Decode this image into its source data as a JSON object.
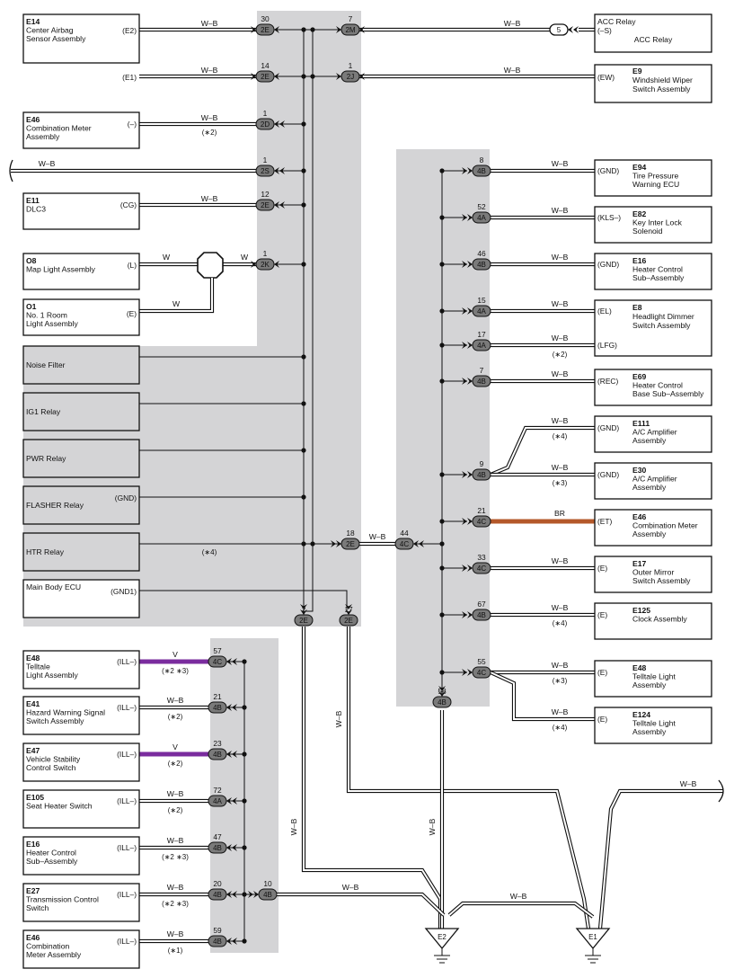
{
  "colors": {
    "shade": "#d4d4d6",
    "wire": "#111111",
    "violet": "#7a2c9e",
    "brown": "#b4582a"
  },
  "components": [
    {
      "code": "E14",
      "name": [
        "Center Airbag",
        "Sensor Assembly"
      ],
      "pins": [
        "(E2)",
        "(E1)"
      ]
    },
    {
      "code": "E46",
      "name": [
        "Combination Meter",
        "Assembly"
      ],
      "pins": [
        "(–)"
      ]
    },
    {
      "code": "E11",
      "name": [
        "DLC3"
      ],
      "pins": [
        "(CG)"
      ]
    },
    {
      "code": "O8",
      "name": [
        "Map Light Assembly"
      ],
      "pins": [
        "(L)"
      ]
    },
    {
      "code": "O1",
      "name": [
        "No. 1 Room",
        "Light Assembly"
      ],
      "pins": [
        "(E)"
      ]
    },
    {
      "code": "",
      "name": [
        "Noise Filter"
      ],
      "pins": []
    },
    {
      "code": "",
      "name": [
        "IG1 Relay"
      ],
      "pins": []
    },
    {
      "code": "",
      "name": [
        "PWR Relay"
      ],
      "pins": []
    },
    {
      "code": "",
      "name": [
        "FLASHER Relay"
      ],
      "pins": [
        "(GND)"
      ]
    },
    {
      "code": "",
      "name": [
        "HTR Relay"
      ],
      "pins": []
    },
    {
      "code": "",
      "name": [
        "Main Body ECU"
      ],
      "pins": [
        "(GND1)"
      ]
    },
    {
      "code": "",
      "name": [
        "ACC Relay"
      ],
      "pins": [
        "(–S)"
      ]
    },
    {
      "code": "E9",
      "name": [
        "Windshield Wiper",
        "Switch Assembly"
      ],
      "pins": [
        "(EW)"
      ]
    },
    {
      "code": "E94",
      "name": [
        "Tire Pressure",
        "Warning ECU"
      ],
      "pins": [
        "(GND)"
      ]
    },
    {
      "code": "E82",
      "name": [
        "Key Inter Lock",
        "Solenoid"
      ],
      "pins": [
        "(KLS–)"
      ]
    },
    {
      "code": "E16",
      "name": [
        "Heater Control",
        "Sub–Assembly"
      ],
      "pins": [
        "(GND)"
      ]
    },
    {
      "code": "E8",
      "name": [
        "Headlight Dimmer",
        "Switch Assembly"
      ],
      "pins": [
        "(EL)"
      ]
    },
    {
      "code": "",
      "name": [],
      "pins": [
        "(LFG)"
      ]
    },
    {
      "code": "E69",
      "name": [
        "Heater Control",
        "Base Sub–Assembly"
      ],
      "pins": [
        "(REC)"
      ]
    },
    {
      "code": "E111",
      "name": [
        "A/C Amplifier",
        "Assembly"
      ],
      "pins": [
        "(GND)"
      ]
    },
    {
      "code": "E30",
      "name": [
        "A/C Amplifier",
        "Assembly"
      ],
      "pins": [
        "(GND)"
      ]
    },
    {
      "code": "E46",
      "name": [
        "Combination Meter",
        "Assembly"
      ],
      "pins": [
        "(ET)"
      ]
    },
    {
      "code": "E17",
      "name": [
        "Outer Mirror",
        "Switch Assembly"
      ],
      "pins": [
        "(E)"
      ]
    },
    {
      "code": "E125",
      "name": [
        "Clock Assembly"
      ],
      "pins": [
        "(E)"
      ]
    },
    {
      "code": "E48",
      "name": [
        "Telltale Light",
        "Assembly"
      ],
      "pins": [
        "(E)"
      ]
    },
    {
      "code": "E124",
      "name": [
        "Telltale Light",
        "Assembly"
      ],
      "pins": [
        "(E)"
      ]
    },
    {
      "code": "E48",
      "name": [
        "Telltale",
        "Light Assembly"
      ],
      "pins": [
        "(ILL–)"
      ]
    },
    {
      "code": "E41",
      "name": [
        "Hazard Warning Signal",
        "Switch Assembly"
      ],
      "pins": [
        "(ILL–)"
      ]
    },
    {
      "code": "E47",
      "name": [
        "Vehicle Stability",
        "Control Switch"
      ],
      "pins": [
        "(ILL–)"
      ]
    },
    {
      "code": "E105",
      "name": [
        "Seat Heater Switch"
      ],
      "pins": [
        "(ILL–)"
      ]
    },
    {
      "code": "E16",
      "name": [
        "Heater Control",
        "Sub–Assembly"
      ],
      "pins": [
        "(ILL–)"
      ]
    },
    {
      "code": "E27",
      "name": [
        "Transmission Control",
        "Switch"
      ],
      "pins": [
        "(ILL–)"
      ]
    },
    {
      "code": "E46",
      "name": [
        "Combination",
        "Meter Assembly"
      ],
      "pins": [
        "(ILL–)"
      ]
    }
  ],
  "connectors": [
    {
      "num": "30",
      "id": "2E"
    },
    {
      "num": "7",
      "id": "2M"
    },
    {
      "num": "14",
      "id": "2E"
    },
    {
      "num": "1",
      "id": "2J"
    },
    {
      "num": "1",
      "id": "2D"
    },
    {
      "num": "1",
      "id": "2S"
    },
    {
      "num": "12",
      "id": "2E"
    },
    {
      "num": "1",
      "id": "2K"
    },
    {
      "num": "18",
      "id": "2E"
    },
    {
      "num": "44",
      "id": "4C"
    },
    {
      "num": "2",
      "id": "2E"
    },
    {
      "num": "17",
      "id": "2E"
    },
    {
      "num": "8",
      "id": "4B"
    },
    {
      "num": "52",
      "id": "4A"
    },
    {
      "num": "46",
      "id": "4B"
    },
    {
      "num": "15",
      "id": "4A"
    },
    {
      "num": "17",
      "id": "4A"
    },
    {
      "num": "7",
      "id": "4B"
    },
    {
      "num": "9",
      "id": "4B"
    },
    {
      "num": "21",
      "id": "4C"
    },
    {
      "num": "33",
      "id": "4C"
    },
    {
      "num": "67",
      "id": "4B"
    },
    {
      "num": "55",
      "id": "4C"
    },
    {
      "num": "58",
      "id": "4B"
    },
    {
      "num": "57",
      "id": "4C"
    },
    {
      "num": "21",
      "id": "4B"
    },
    {
      "num": "23",
      "id": "4B"
    },
    {
      "num": "72",
      "id": "4A"
    },
    {
      "num": "47",
      "id": "4B"
    },
    {
      "num": "20",
      "id": "4B"
    },
    {
      "num": "59",
      "id": "4B"
    },
    {
      "num": "10",
      "id": "4B"
    },
    {
      "num": "5",
      "id": ""
    }
  ],
  "wire_labels": [
    "W–B",
    "W",
    "BR",
    "V"
  ],
  "notes": [
    "(∗2)",
    "(∗4)",
    "(∗3)",
    "(∗2 ∗3)",
    "(∗1)"
  ],
  "grounds": [
    "E2",
    "E1"
  ]
}
